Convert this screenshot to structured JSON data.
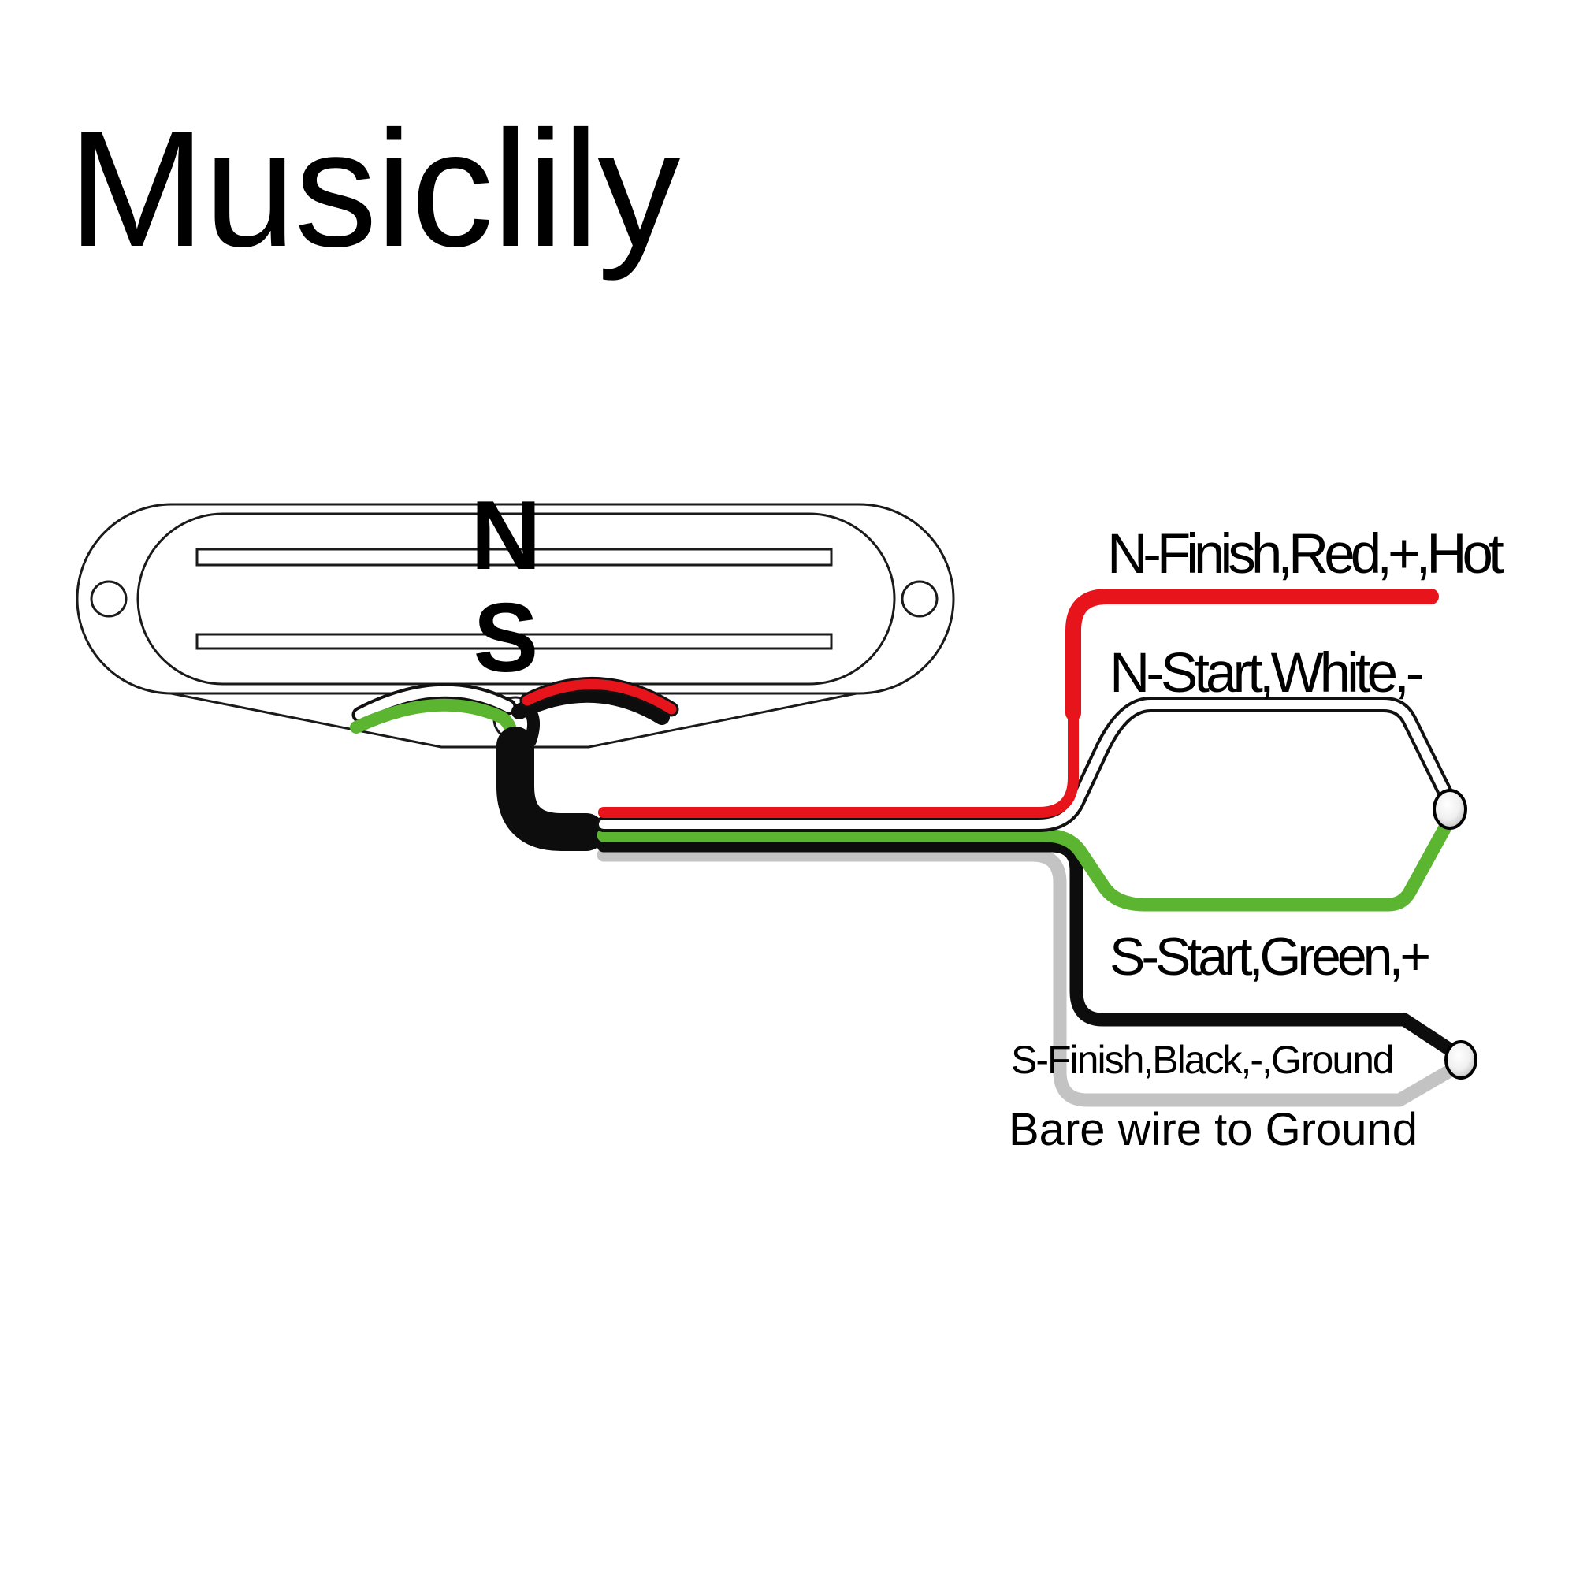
{
  "title": "Musiclily",
  "pickup": {
    "north_label": "N",
    "south_label": "S"
  },
  "labels": {
    "n_finish": "N-Finish,Red,+,Hot",
    "n_start": "N-Start,White,-",
    "s_start": "S-Start,Green,+",
    "s_finish": "S-Finish,Black,-,Ground",
    "bare": "Bare wire to Ground"
  },
  "colors": {
    "red": "#e8141c",
    "green": "#5cb531",
    "blue": "#2b4ea0",
    "gray": "#c3c3c4",
    "black": "#0d0d0d",
    "white": "#ffffff",
    "outline": "#1a1a1a"
  }
}
